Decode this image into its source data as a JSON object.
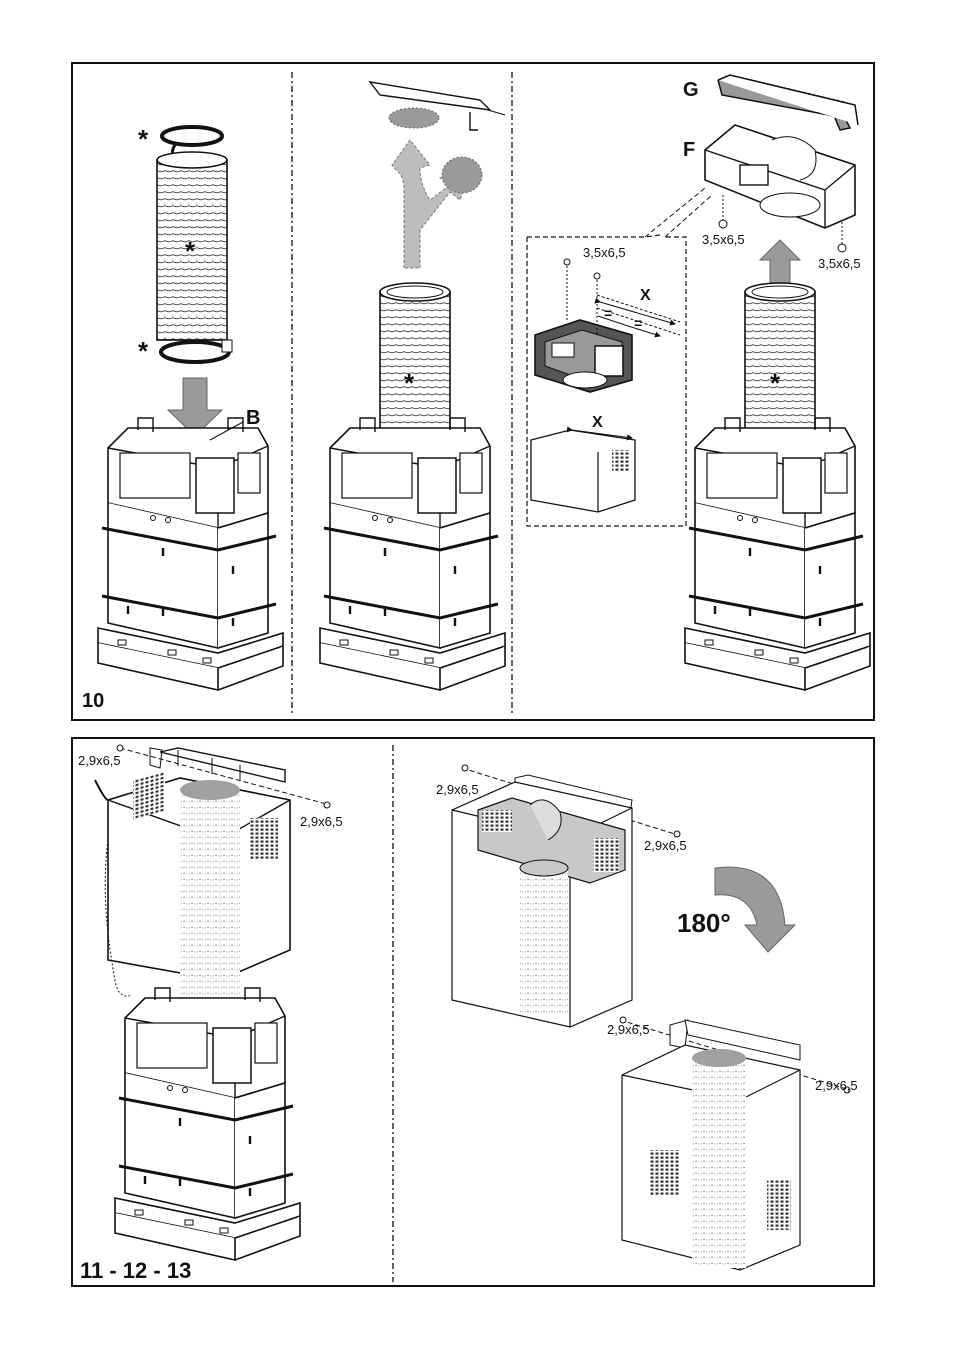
{
  "panel1": {
    "figure_number": "10",
    "labels": {
      "B": "B",
      "G": "G",
      "F": "F",
      "X_top": "X",
      "X_box": "X",
      "eq1": "=",
      "eq2": "="
    },
    "asterisk": "*",
    "screws": {
      "detail": "3,5x6,5",
      "left": "3,5x6,5",
      "right": "3,5x6,5"
    }
  },
  "panel2": {
    "figure_number": "11 - 12 - 13",
    "rotation": "180°",
    "screws": {
      "s1": "2,9x6,5",
      "s2": "2,9x6,5",
      "s3": "2,9x6,5",
      "s4": "2,9x6,5",
      "s5": "2,9x6,5",
      "s6": "2,9x6,5"
    }
  }
}
